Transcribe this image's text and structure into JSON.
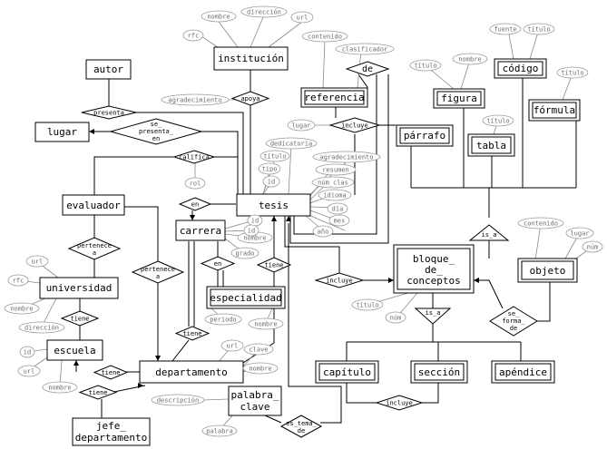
{
  "entities": {
    "autor": "autor",
    "institucion": "institución",
    "lugar": "lugar",
    "referencia": "referencia",
    "figura": "figura",
    "codigo": "código",
    "formula": "fórmula",
    "parrafo": "párrafo",
    "tabla": "tabla",
    "evaluador": "evaluador",
    "tesis": "tesis",
    "carrera": "carrera",
    "especialidad": "especialidad",
    "universidad": "universidad",
    "escuela": "escuela",
    "departamento": "departamento",
    "jefe_line1": "jefe_",
    "jefe_line2": "departamento",
    "bloque_line1": "bloque_",
    "bloque_line2": "de_",
    "bloque_line3": "conceptos",
    "objeto": "objeto",
    "capitulo": "capítulo",
    "seccion": "sección",
    "apendice": "apéndice",
    "palabra_line1": "palabra_",
    "palabra_line2": "clave"
  },
  "relationships": {
    "de": "de",
    "presenta": "presenta",
    "apoya": "apoya",
    "incluye_ref": "incluye",
    "se_presenta_line1": "se_",
    "se_presenta_line2": "presenta_",
    "se_presenta_line3": "en",
    "califica": "califica",
    "en_carrera": "en",
    "en_especialidad": "en",
    "tiene_tesis": "tiene",
    "pertenece_univ_line1": "pertenece",
    "pertenece_univ_line2": "a",
    "pertenece_depto_line1": "pertenece",
    "pertenece_depto_line2": "a",
    "tiene_univ": "tiene",
    "tiene_carrera": "tiene",
    "tiene_escuela": "tiene",
    "tiene_jefe": "tiene",
    "incluye_bloque": "incluye",
    "is_a_bloque": "is_a",
    "is_a_objeto": "is_a",
    "se_forma_line1": "se_",
    "se_forma_line2": "forma_",
    "se_forma_line3": "de",
    "incluye_bottom": "incluye",
    "se_tema_line1": "es_tema_",
    "se_tema_line2": "de"
  },
  "attributes": {
    "nombre_inst": "nombre",
    "direccion_inst": "dirección",
    "url_inst": "url",
    "rfc_inst": "rfc",
    "contenido_ref": "contenido",
    "clasificador_ref": "clasificador",
    "fuente_cod": "fuente",
    "titulo_cod": "título",
    "titulo_fig": "título",
    "nombre_fig": "nombre",
    "titulo_form": "título",
    "titulo_tabla": "título",
    "agradecimiento": "agradecimiento",
    "lugar_ref": "lugar",
    "rol": "rol",
    "dedicatoria": "dedicatoria",
    "titulo_tesis": "título",
    "tipo": "tipo",
    "id_tesis": "id",
    "agradecimiento_tesis": "agradecimiento",
    "resumen": "resumen",
    "num_clas": "núm_clas",
    "idioma": "idioma",
    "dia": "día",
    "mes": "mes",
    "ano": "año",
    "id_carrera": "id",
    "nombre_carrera": "nombre",
    "grado": "grado",
    "id_carrera2": "id",
    "contenido_obj": "contenido",
    "lugar_obj": "lugar",
    "num_obj": "núm",
    "titulo_bloque": "título",
    "num_bloque": "núm",
    "url_univ": "url",
    "rfc_univ": "rfc",
    "nombre_univ": "nombre",
    "direccion_univ": "dirección",
    "periodo": "periodo",
    "nombre_esp": "nombre",
    "id_escuela": "id",
    "url_escuela": "url",
    "nombre_escuela": "nombre",
    "url_depto": "url",
    "clave_depto": "clave",
    "nombre_depto": "nombre",
    "descripcion": "descripción",
    "palabra": "palabra"
  }
}
